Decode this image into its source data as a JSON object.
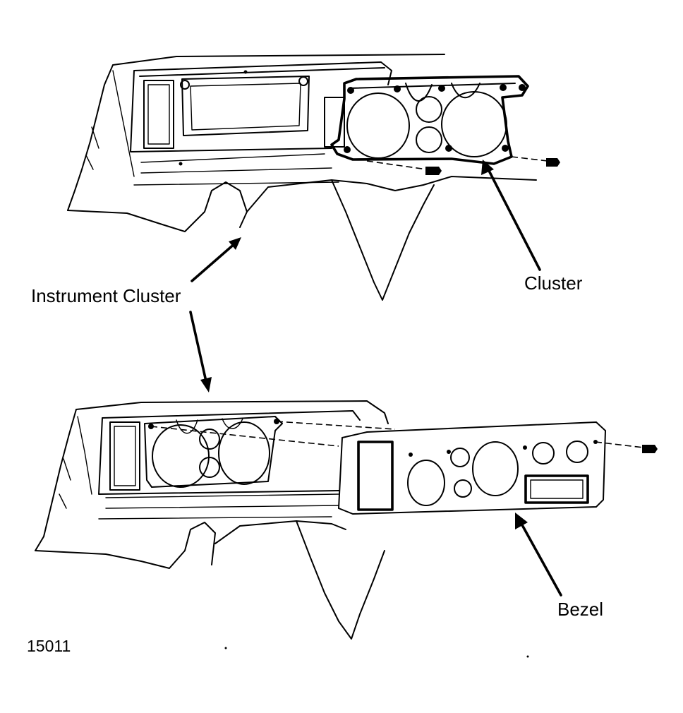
{
  "labels": {
    "cluster": "Cluster",
    "instrument_cluster": "Instrument Cluster",
    "bezel": "Bezel",
    "figure_number": "15011"
  },
  "colors": {
    "ink": "#000000",
    "paper": "#ffffff"
  }
}
